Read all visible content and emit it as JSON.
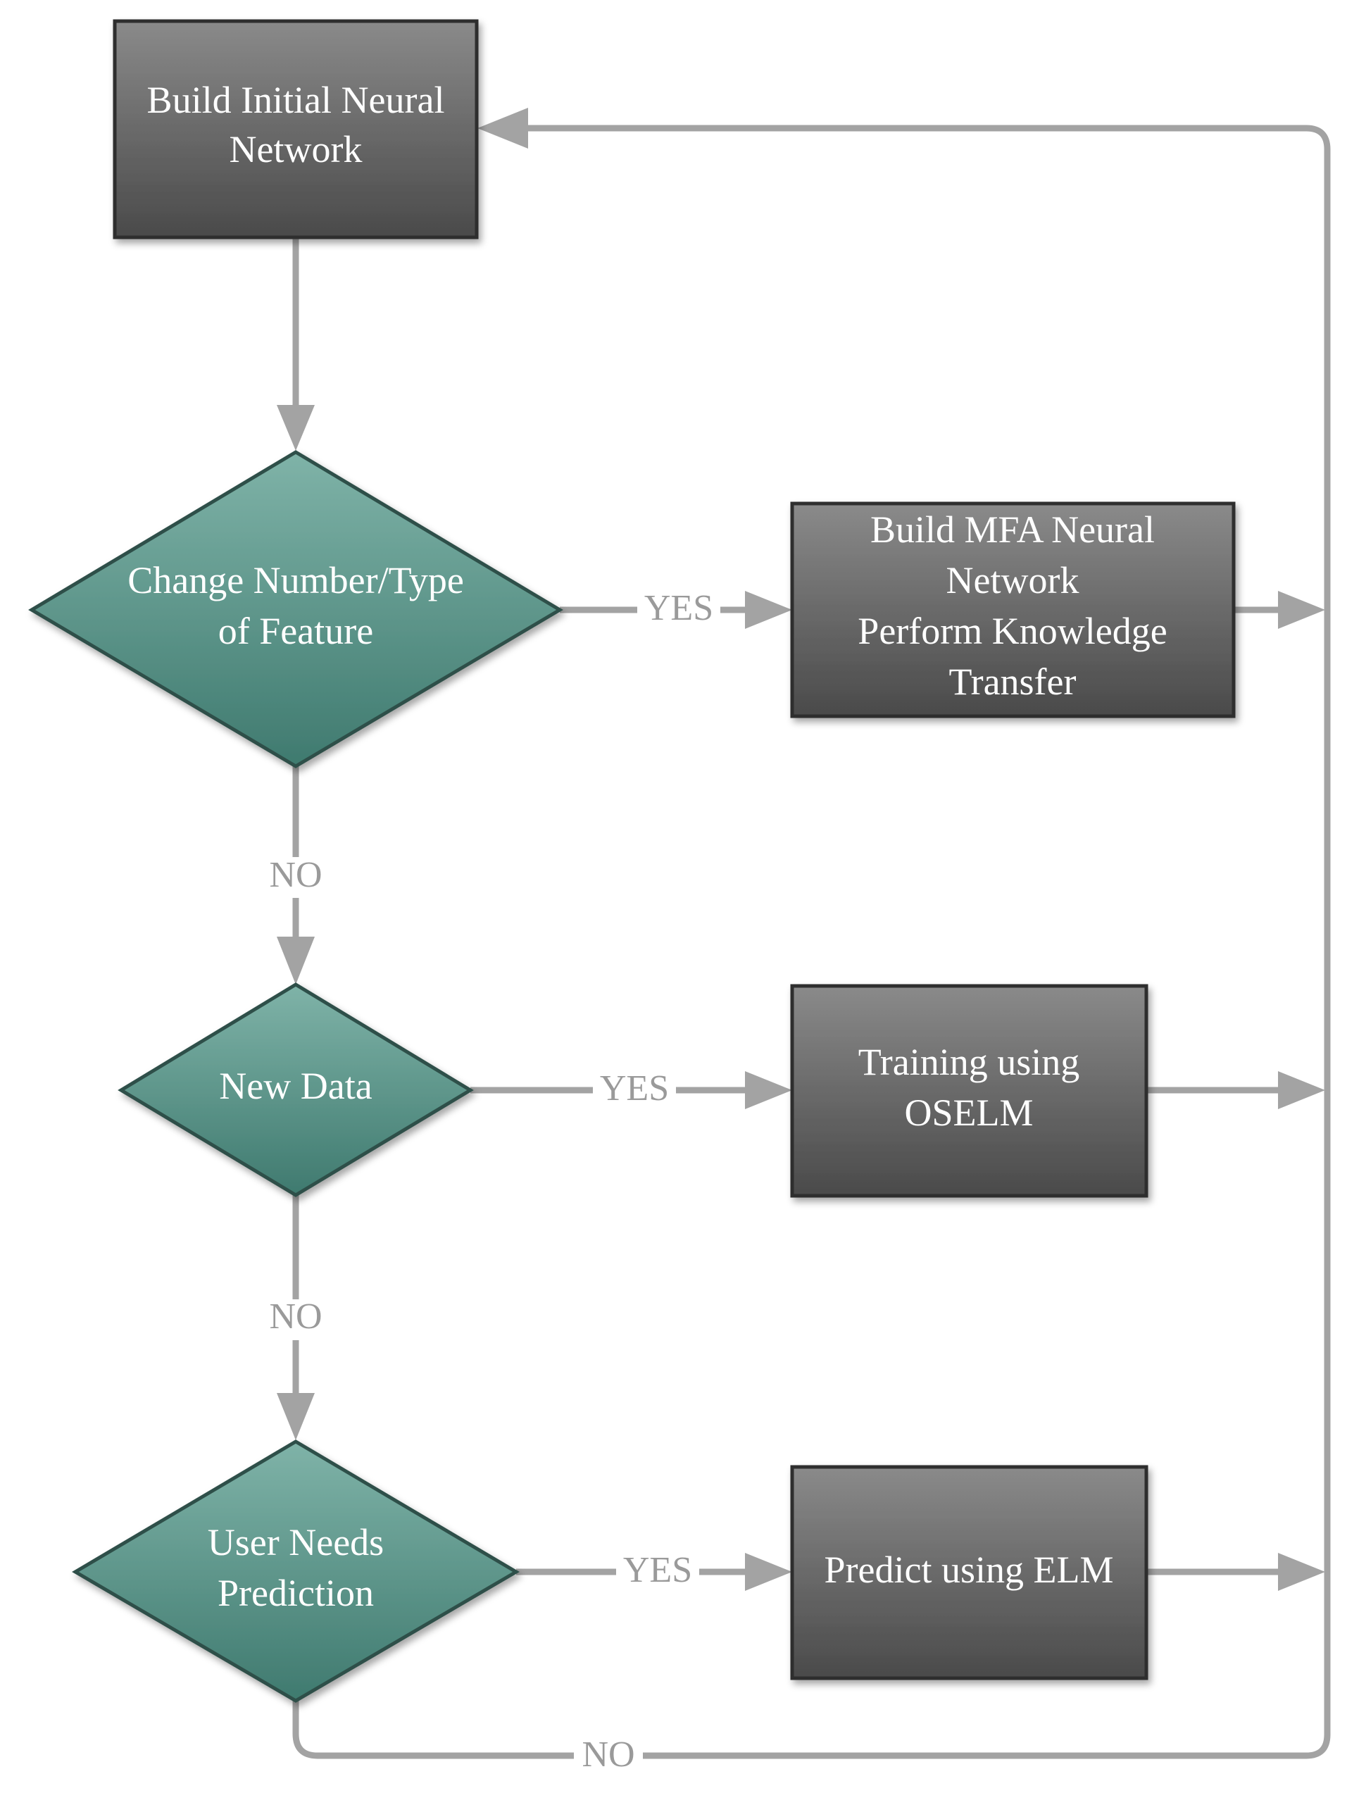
{
  "nodes": {
    "build_initial": {
      "lines": [
        "Build Initial Neural",
        "Network"
      ]
    },
    "change_feature": {
      "lines": [
        "Change Number/Type",
        "of Feature"
      ]
    },
    "build_mfa": {
      "lines": [
        "Build MFA Neural",
        "Network",
        "Perform Knowledge",
        "Transfer"
      ]
    },
    "new_data": {
      "lines": [
        "New Data"
      ]
    },
    "training_oselm": {
      "lines": [
        "Training using",
        "OSELM"
      ]
    },
    "user_needs": {
      "lines": [
        "User Needs",
        "Prediction"
      ]
    },
    "predict_elm": {
      "lines": [
        "Predict using ELM"
      ]
    }
  },
  "edges": {
    "yes_change_feature": "YES",
    "no_change_feature": "NO",
    "yes_new_data": "YES",
    "no_new_data": "NO",
    "yes_user_needs": "YES",
    "no_user_needs": "NO"
  },
  "colors": {
    "process_box_top": "#8a8a8a",
    "process_box_bottom": "#4a4a4a",
    "decision_top": "#7fb3a8",
    "decision_bottom": "#3f7a6f",
    "connector": "#a3a3a3",
    "label_text": "#9a9a9a"
  }
}
